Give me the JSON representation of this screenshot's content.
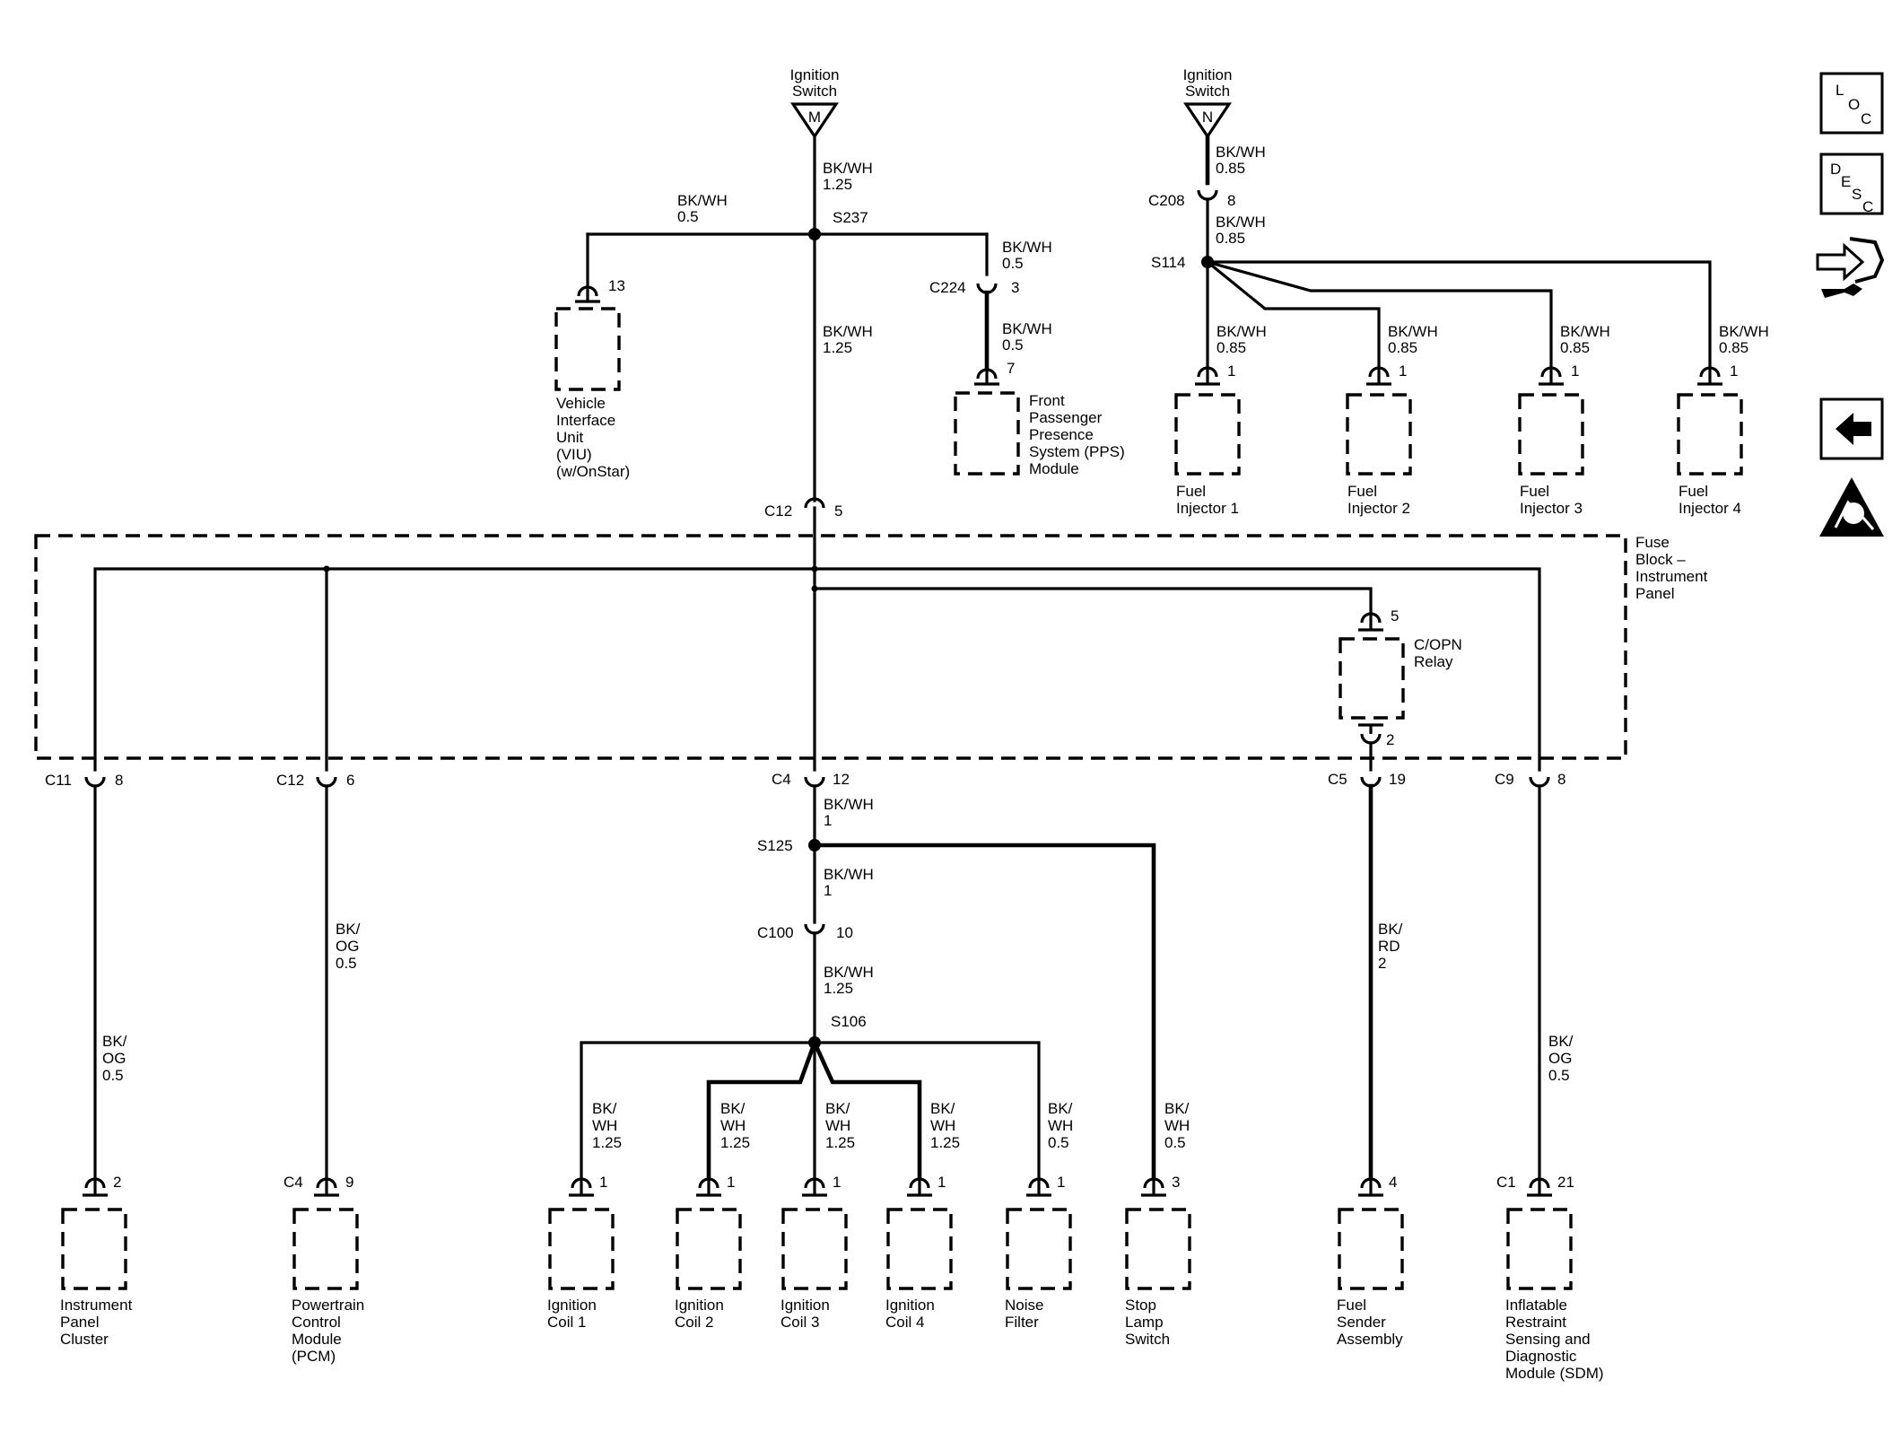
{
  "ignition_m": {
    "label_line1": "Ignition",
    "label_line2": "Switch",
    "terminal": "M",
    "wire_color": "BK/WH",
    "wire_size": "1.25"
  },
  "ignition_n": {
    "label_line1": "Ignition",
    "label_line2": "Switch",
    "terminal": "N",
    "wire_color": "BK/WH",
    "wire_size": "0.85"
  },
  "splices": {
    "s237": "S237",
    "s114": "S114",
    "s125": "S125",
    "s106": "S106"
  },
  "connectors": {
    "c208": {
      "name": "C208",
      "pin": "8"
    },
    "c224": {
      "name": "C224",
      "pin": "3"
    },
    "c12_top": {
      "name": "C12",
      "pin": "5"
    },
    "c11": {
      "name": "C11",
      "pin": "8"
    },
    "c12_bot": {
      "name": "C12",
      "pin": "6"
    },
    "c4": {
      "name": "C4",
      "pin": "12"
    },
    "c5": {
      "name": "C5",
      "pin": "19"
    },
    "c9": {
      "name": "C9",
      "pin": "8"
    },
    "c100": {
      "name": "C100",
      "pin": "10"
    }
  },
  "wires": {
    "bkwh": "BK/WH",
    "bk_slash": "BK/",
    "og": "OG",
    "rd": "RD",
    "wh": "WH",
    "s_0_5": "0.5",
    "s_0_85": "0.85",
    "s_1": "1",
    "s_1_25": "1.25",
    "s_2": "2"
  },
  "components": {
    "viu": {
      "pin": "13",
      "lines": [
        "Vehicle",
        "Interface",
        "Unit",
        "(VIU)",
        "(w/OnStar)"
      ]
    },
    "pps": {
      "pin": "7",
      "lines": [
        "Front",
        "Passenger",
        "Presence",
        "System (PPS)",
        "Module"
      ]
    },
    "inj1": {
      "pin": "1",
      "lines": [
        "Fuel",
        "Injector 1"
      ]
    },
    "inj2": {
      "pin": "1",
      "lines": [
        "Fuel",
        "Injector 2"
      ]
    },
    "inj3": {
      "pin": "1",
      "lines": [
        "Fuel",
        "Injector 3"
      ]
    },
    "inj4": {
      "pin": "1",
      "lines": [
        "Fuel",
        "Injector 4"
      ]
    },
    "fuse_block": {
      "lines": [
        "Fuse",
        "Block –",
        "Instrument",
        "Panel"
      ]
    },
    "copn": {
      "pin_top": "5",
      "pin_bottom": "2",
      "lines": [
        "C/OPN",
        "Relay"
      ]
    },
    "ipc": {
      "pin": "2",
      "lines": [
        "Instrument",
        "Panel",
        "Cluster"
      ]
    },
    "pcm": {
      "connector": "C4",
      "pin": "9",
      "lines": [
        "Powertrain",
        "Control",
        "Module",
        "(PCM)"
      ]
    },
    "coil1": {
      "pin": "1",
      "lines": [
        "Ignition",
        "Coil 1"
      ]
    },
    "coil2": {
      "pin": "1",
      "lines": [
        "Ignition",
        "Coil 2"
      ]
    },
    "coil3": {
      "pin": "1",
      "lines": [
        "Ignition",
        "Coil 3"
      ]
    },
    "coil4": {
      "pin": "1",
      "lines": [
        "Ignition",
        "Coil 4"
      ]
    },
    "noise": {
      "pin": "1",
      "lines": [
        "Noise",
        "Filter"
      ]
    },
    "stop": {
      "pin": "3",
      "lines": [
        "Stop",
        "Lamp",
        "Switch"
      ]
    },
    "fuel_sender": {
      "pin": "4",
      "lines": [
        "Fuel",
        "Sender",
        "Assembly"
      ]
    },
    "sdm": {
      "connector": "C1",
      "pin": "21",
      "lines": [
        "Inflatable",
        "Restraint",
        "Sensing and",
        "Diagnostic",
        "Module (SDM)"
      ]
    }
  },
  "sidebar": {
    "loc": {
      "l": "L",
      "o": "O",
      "c": "C"
    },
    "desc": {
      "d": "D",
      "e": "E",
      "s": "S",
      "c": "C"
    },
    "icons": [
      "connector-tool-icon",
      "back-arrow-icon",
      "airbag-warning-icon"
    ]
  }
}
